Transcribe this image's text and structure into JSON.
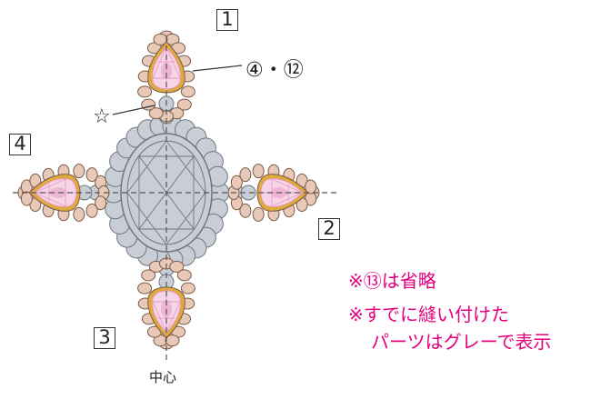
{
  "labels": {
    "part1": "1",
    "part2": "2",
    "part3": "3",
    "part4": "4",
    "steps_callout": "④・⑫",
    "star": "☆",
    "center": "中心"
  },
  "notes": [
    "※⑬は省略",
    "※すでに縫い付けた",
    "パーツはグレーで表示"
  ],
  "colors": {
    "gray_fill": "#c9ced6",
    "gray_stroke": "#6f7680",
    "bead_fill": "#e8c9b8",
    "bead_stroke": "#7a5a48",
    "pink_light": "#f6d6e6",
    "pink_mid": "#e79bc4",
    "gold": "#e0a93c",
    "note_color": "#e4007f"
  }
}
